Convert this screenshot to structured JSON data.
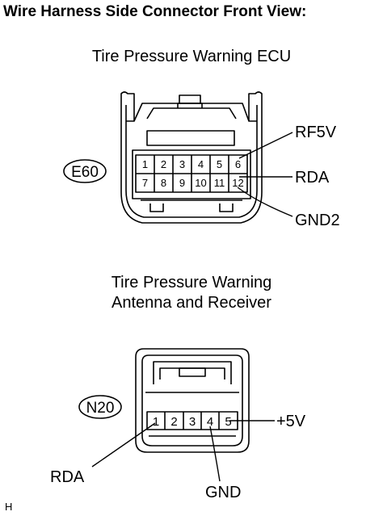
{
  "title": "Wire Harness Side Connector Front View:",
  "connector_e60": {
    "caption": "Tire Pressure Warning ECU",
    "id": "E60",
    "pins_top": [
      "1",
      "2",
      "3",
      "4",
      "5",
      "6"
    ],
    "pins_bottom": [
      "7",
      "8",
      "9",
      "10",
      "11",
      "12"
    ],
    "signals": [
      "RF5V",
      "RDA",
      "GND2"
    ]
  },
  "connector_n20": {
    "caption_line1": "Tire Pressure Warning",
    "caption_line2": "Antenna and Receiver",
    "id": "N20",
    "pins": [
      "1",
      "2",
      "3",
      "4",
      "5"
    ],
    "signals": [
      "+5V",
      "RDA",
      "GND"
    ]
  },
  "footer": "H"
}
